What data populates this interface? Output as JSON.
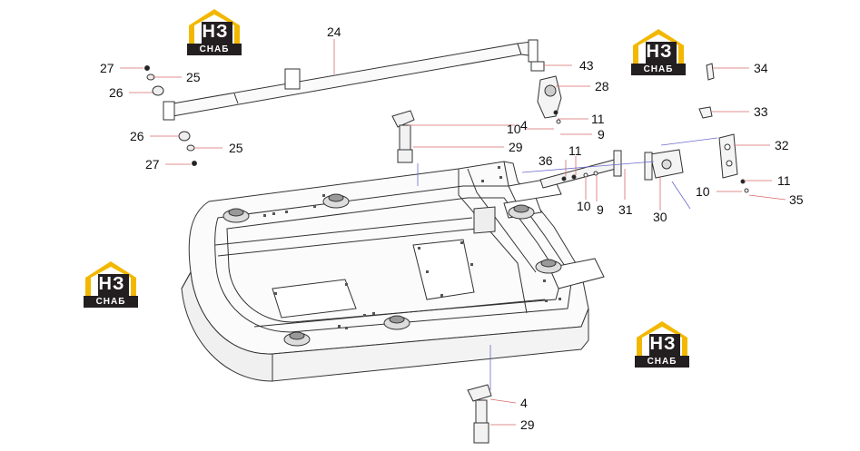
{
  "brand": {
    "logo_top": "НЗ",
    "logo_bottom": "СНАБ"
  },
  "colors": {
    "logo_yellow": "#f2b800",
    "logo_dark": "#231f20",
    "line": "#333333",
    "leader": "#d96a6a",
    "axis": "#6a6acf"
  },
  "callouts": [
    {
      "id": "c24",
      "text": "24"
    },
    {
      "id": "c27a",
      "text": "27"
    },
    {
      "id": "c25a",
      "text": "25"
    },
    {
      "id": "c26a",
      "text": "26"
    },
    {
      "id": "c26b",
      "text": "26"
    },
    {
      "id": "c25b",
      "text": "25"
    },
    {
      "id": "c27b",
      "text": "27"
    },
    {
      "id": "c43",
      "text": "43"
    },
    {
      "id": "c28",
      "text": "28"
    },
    {
      "id": "c11a",
      "text": "11"
    },
    {
      "id": "c10a",
      "text": "10"
    },
    {
      "id": "c9a",
      "text": "9"
    },
    {
      "id": "c4a",
      "text": "4"
    },
    {
      "id": "c29a",
      "text": "29"
    },
    {
      "id": "c36",
      "text": "36"
    },
    {
      "id": "c11b",
      "text": "11"
    },
    {
      "id": "c10b",
      "text": "10"
    },
    {
      "id": "c9b",
      "text": "9"
    },
    {
      "id": "c31",
      "text": "31"
    },
    {
      "id": "c30",
      "text": "30"
    },
    {
      "id": "c34",
      "text": "34"
    },
    {
      "id": "c33",
      "text": "33"
    },
    {
      "id": "c32",
      "text": "32"
    },
    {
      "id": "c11c",
      "text": "11"
    },
    {
      "id": "c10c",
      "text": "10"
    },
    {
      "id": "c35",
      "text": "35"
    },
    {
      "id": "c4b",
      "text": "4"
    },
    {
      "id": "c29b",
      "text": "29"
    }
  ]
}
